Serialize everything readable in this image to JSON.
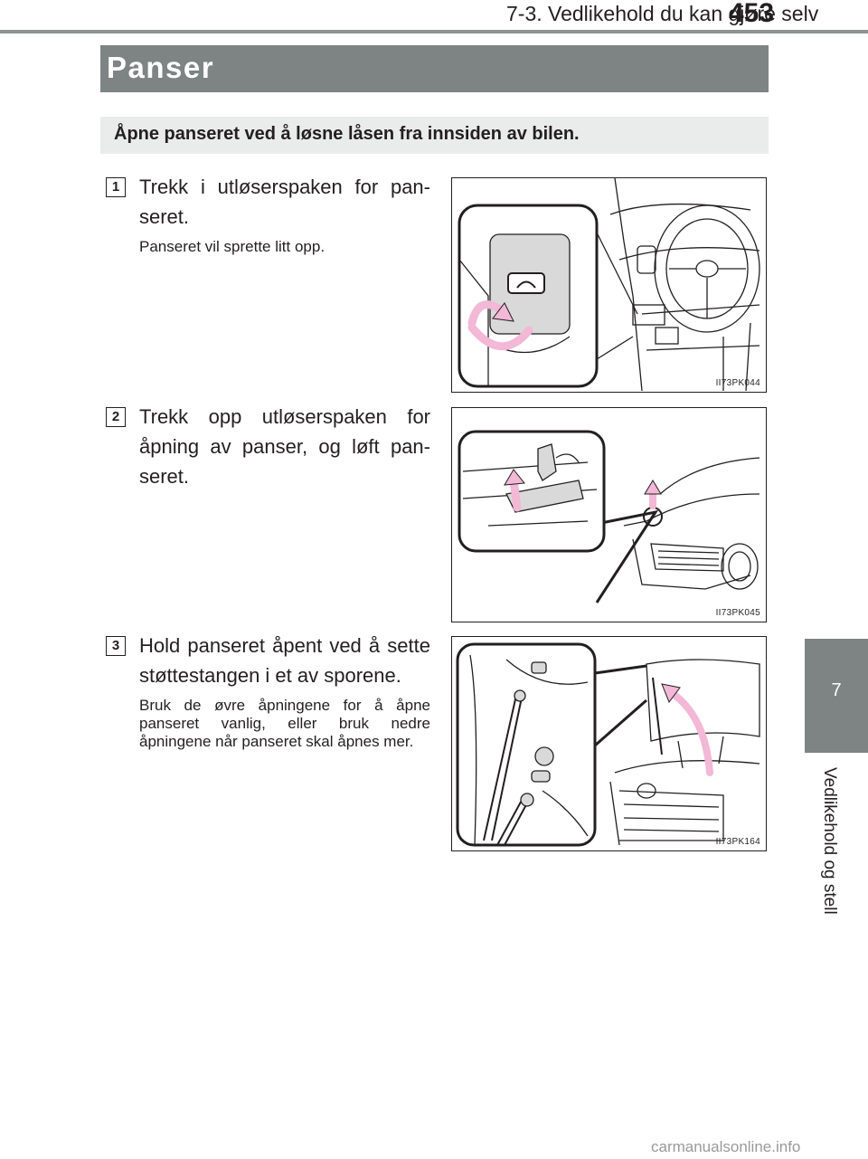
{
  "header": {
    "section": "7-3. Vedlikehold du kan gjøre selv",
    "page_number": "453"
  },
  "title": "Panser",
  "intro": "Åpne panseret ved å løsne låsen fra innsiden av bilen.",
  "side_tab": {
    "chapter_number": "7",
    "chapter_label": "Vedlikehold og stell"
  },
  "steps": [
    {
      "number": "1",
      "text": "Trekk i utløserspaken for pan-seret.",
      "note": "Panseret vil sprette litt opp.",
      "figure_code": "II73PK044"
    },
    {
      "number": "2",
      "text": "Trekk opp utløserspaken for åpning av panser, og løft pan-seret.",
      "note": "",
      "figure_code": "II73PK045"
    },
    {
      "number": "3",
      "text": "Hold panseret åpent ved å sette støttestangen i et av sporene.",
      "note": "Bruk de øvre åpningene for å åpne panseret vanlig, eller bruk nedre åpningene når panseret skal åpnes mer.",
      "figure_code": "II73PK164"
    }
  ],
  "footer": {
    "watermark": "carmanualsonline.info"
  },
  "colors": {
    "band_gray": "#7d8483",
    "light_band": "#eaebeb",
    "arrow_pink": "#f2b8d6"
  }
}
